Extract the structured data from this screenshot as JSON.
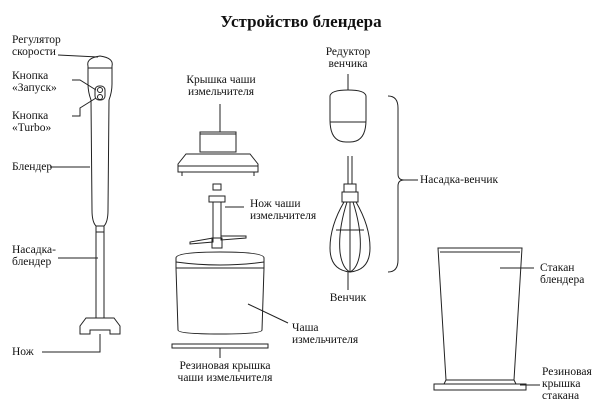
{
  "title": "Устройство блендера",
  "labels": {
    "speed_regulator": [
      "Регулятор",
      "скорости"
    ],
    "start_button": [
      "Кнопка",
      "«Запуск»"
    ],
    "turbo_button": [
      "Кнопка",
      "«Turbo»"
    ],
    "blender": [
      "Блендер"
    ],
    "blender_attachment": [
      "Насадка-",
      "блендер"
    ],
    "knife": [
      "Нож"
    ],
    "chopper_lid": [
      "Крышка чаши",
      "измельчителя"
    ],
    "chopper_knife": [
      "Нож чаши",
      "измельчителя"
    ],
    "chopper_bowl": [
      "Чаша",
      "измельчителя"
    ],
    "chopper_rubber_lid": [
      "Резиновая крышка",
      "чаши измельчителя"
    ],
    "whisk_reducer": [
      "Редуктор",
      "венчика"
    ],
    "whisk_attachment": [
      "Насадка-венчик"
    ],
    "whisk": [
      "Венчик"
    ],
    "beaker": [
      "Стакан",
      "блендера"
    ],
    "beaker_rubber_lid": [
      "Резиновая",
      "крышка",
      "стакана"
    ]
  }
}
